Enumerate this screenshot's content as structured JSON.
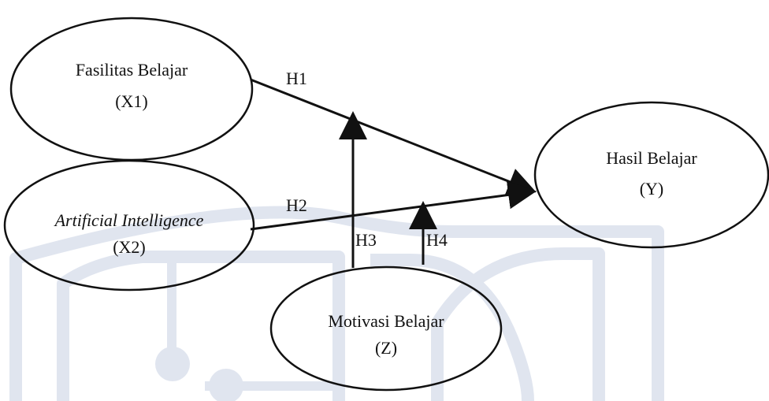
{
  "diagram": {
    "nodes": {
      "x1": {
        "line1": "Fasilitas Belajar",
        "line2": "(X1)"
      },
      "x2": {
        "line1": "Artificial Intelligence",
        "line2": "(X2)"
      },
      "y": {
        "line1": "Hasil Belajar",
        "line2": "(Y)"
      },
      "z": {
        "line1": "Motivasi Belajar",
        "line2": "(Z)"
      }
    },
    "hypotheses": {
      "h1": "H1",
      "h2": "H2",
      "h3": "H3",
      "h4": "H4"
    },
    "colors": {
      "line": "#111111",
      "watermark": "#b7c3db"
    }
  }
}
